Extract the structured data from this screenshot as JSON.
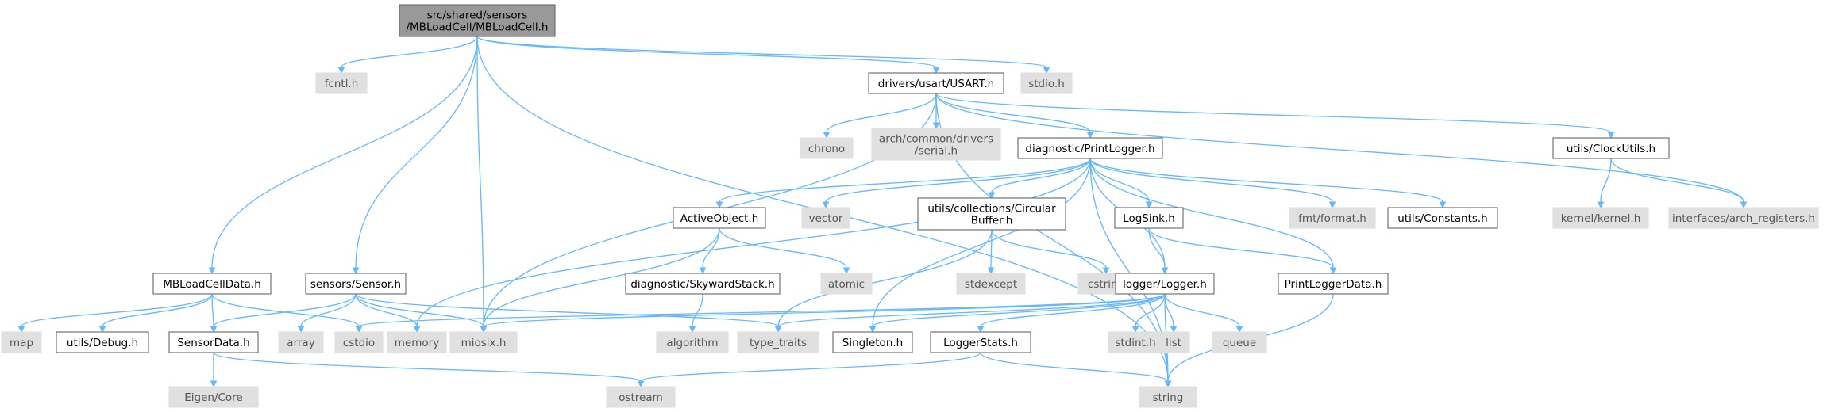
{
  "graph": {
    "colors": {
      "edge": "#63b8ff",
      "root_fill": "#999999",
      "local_fill": "#ffffff",
      "external_fill": "#e0e0e0",
      "border": "#666666"
    },
    "nodes": [
      {
        "id": "root",
        "lines": [
          "src/shared/sensors",
          "/MBLoadCell/MBLoadCell.h"
        ],
        "kind": "root"
      },
      {
        "id": "fcntl",
        "lines": [
          "fcntl.h"
        ],
        "kind": "ext"
      },
      {
        "id": "usart",
        "lines": [
          "drivers/usart/USART.h"
        ],
        "kind": "local"
      },
      {
        "id": "stdio",
        "lines": [
          "stdio.h"
        ],
        "kind": "ext"
      },
      {
        "id": "chrono",
        "lines": [
          "chrono"
        ],
        "kind": "ext"
      },
      {
        "id": "serial",
        "lines": [
          "arch/common/drivers",
          "/serial.h"
        ],
        "kind": "ext"
      },
      {
        "id": "printlogger",
        "lines": [
          "diagnostic/PrintLogger.h"
        ],
        "kind": "local"
      },
      {
        "id": "clockutils",
        "lines": [
          "utils/ClockUtils.h"
        ],
        "kind": "local"
      },
      {
        "id": "kernel",
        "lines": [
          "kernel/kernel.h"
        ],
        "kind": "ext"
      },
      {
        "id": "archreg",
        "lines": [
          "interfaces/arch_registers.h"
        ],
        "kind": "ext"
      },
      {
        "id": "activeobject",
        "lines": [
          "ActiveObject.h"
        ],
        "kind": "local"
      },
      {
        "id": "vector",
        "lines": [
          "vector"
        ],
        "kind": "ext"
      },
      {
        "id": "circbuf",
        "lines": [
          "utils/collections/Circular",
          "Buffer.h"
        ],
        "kind": "local"
      },
      {
        "id": "logsink",
        "lines": [
          "LogSink.h"
        ],
        "kind": "local"
      },
      {
        "id": "fmt",
        "lines": [
          "fmt/format.h"
        ],
        "kind": "ext"
      },
      {
        "id": "constants",
        "lines": [
          "utils/Constants.h"
        ],
        "kind": "local"
      },
      {
        "id": "mbloaddata",
        "lines": [
          "MBLoadCellData.h"
        ],
        "kind": "local"
      },
      {
        "id": "sensor",
        "lines": [
          "sensors/Sensor.h"
        ],
        "kind": "local"
      },
      {
        "id": "skyward",
        "lines": [
          "diagnostic/SkywardStack.h"
        ],
        "kind": "local"
      },
      {
        "id": "atomic",
        "lines": [
          "atomic"
        ],
        "kind": "ext"
      },
      {
        "id": "stdexcept",
        "lines": [
          "stdexcept"
        ],
        "kind": "ext"
      },
      {
        "id": "cstring",
        "lines": [
          "cstring"
        ],
        "kind": "ext"
      },
      {
        "id": "logger",
        "lines": [
          "logger/Logger.h"
        ],
        "kind": "local"
      },
      {
        "id": "printloggerdata",
        "lines": [
          "PrintLoggerData.h"
        ],
        "kind": "local"
      },
      {
        "id": "map",
        "lines": [
          "map"
        ],
        "kind": "ext"
      },
      {
        "id": "debug",
        "lines": [
          "utils/Debug.h"
        ],
        "kind": "local"
      },
      {
        "id": "sensordata",
        "lines": [
          "SensorData.h"
        ],
        "kind": "local"
      },
      {
        "id": "array",
        "lines": [
          "array"
        ],
        "kind": "ext"
      },
      {
        "id": "cstdio",
        "lines": [
          "cstdio"
        ],
        "kind": "ext"
      },
      {
        "id": "memory",
        "lines": [
          "memory"
        ],
        "kind": "ext"
      },
      {
        "id": "miosix",
        "lines": [
          "miosix.h"
        ],
        "kind": "ext"
      },
      {
        "id": "algorithm",
        "lines": [
          "algorithm"
        ],
        "kind": "ext"
      },
      {
        "id": "typetraits",
        "lines": [
          "type_traits"
        ],
        "kind": "ext"
      },
      {
        "id": "singleton",
        "lines": [
          "Singleton.h"
        ],
        "kind": "local"
      },
      {
        "id": "loggerstats",
        "lines": [
          "LoggerStats.h"
        ],
        "kind": "local"
      },
      {
        "id": "stdint",
        "lines": [
          "stdint.h"
        ],
        "kind": "ext"
      },
      {
        "id": "list",
        "lines": [
          "list"
        ],
        "kind": "ext"
      },
      {
        "id": "queue",
        "lines": [
          "queue"
        ],
        "kind": "ext"
      },
      {
        "id": "eigen",
        "lines": [
          "Eigen/Core"
        ],
        "kind": "ext"
      },
      {
        "id": "ostream",
        "lines": [
          "ostream"
        ],
        "kind": "ext"
      },
      {
        "id": "string",
        "lines": [
          "string"
        ],
        "kind": "ext"
      }
    ],
    "edges": [
      [
        "root",
        "fcntl"
      ],
      [
        "root",
        "usart"
      ],
      [
        "root",
        "stdio"
      ],
      [
        "root",
        "mbloaddata"
      ],
      [
        "root",
        "sensor"
      ],
      [
        "root",
        "miosix"
      ],
      [
        "root",
        "string"
      ],
      [
        "usart",
        "chrono"
      ],
      [
        "usart",
        "serial"
      ],
      [
        "usart",
        "printlogger"
      ],
      [
        "usart",
        "clockutils"
      ],
      [
        "usart",
        "archreg"
      ],
      [
        "usart",
        "miosix"
      ],
      [
        "usart",
        "string"
      ],
      [
        "clockutils",
        "kernel"
      ],
      [
        "clockutils",
        "archreg"
      ],
      [
        "printlogger",
        "activeobject"
      ],
      [
        "printlogger",
        "vector"
      ],
      [
        "printlogger",
        "circbuf"
      ],
      [
        "printlogger",
        "logsink"
      ],
      [
        "printlogger",
        "fmt"
      ],
      [
        "printlogger",
        "constants"
      ],
      [
        "printlogger",
        "printloggerdata"
      ],
      [
        "printlogger",
        "logger"
      ],
      [
        "printlogger",
        "memory"
      ],
      [
        "printlogger",
        "singleton"
      ],
      [
        "printlogger",
        "string"
      ],
      [
        "activeobject",
        "skyward"
      ],
      [
        "activeobject",
        "atomic"
      ],
      [
        "activeobject",
        "miosix"
      ],
      [
        "skyward",
        "algorithm"
      ],
      [
        "circbuf",
        "stdexcept"
      ],
      [
        "circbuf",
        "cstring"
      ],
      [
        "circbuf",
        "typetraits"
      ],
      [
        "logsink",
        "logger"
      ],
      [
        "logsink",
        "printloggerdata"
      ],
      [
        "logger",
        "cstdio"
      ],
      [
        "logger",
        "miosix"
      ],
      [
        "logger",
        "typetraits"
      ],
      [
        "logger",
        "singleton"
      ],
      [
        "logger",
        "loggerstats"
      ],
      [
        "logger",
        "stdint"
      ],
      [
        "logger",
        "list"
      ],
      [
        "logger",
        "queue"
      ],
      [
        "logger",
        "string"
      ],
      [
        "loggerstats",
        "ostream"
      ],
      [
        "loggerstats",
        "string"
      ],
      [
        "printloggerdata",
        "string"
      ],
      [
        "mbloaddata",
        "map"
      ],
      [
        "mbloaddata",
        "debug"
      ],
      [
        "mbloaddata",
        "sensordata"
      ],
      [
        "mbloaddata",
        "cstdio"
      ],
      [
        "sensor",
        "sensordata"
      ],
      [
        "sensor",
        "array"
      ],
      [
        "sensor",
        "memory"
      ],
      [
        "sensor",
        "miosix"
      ],
      [
        "sensor",
        "typetraits"
      ],
      [
        "sensordata",
        "eigen"
      ],
      [
        "sensordata",
        "ostream"
      ]
    ]
  }
}
